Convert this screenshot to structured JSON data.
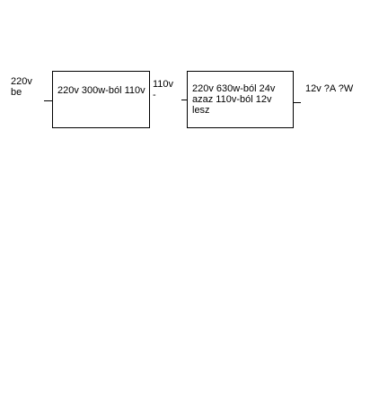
{
  "input_label": {
    "line1": "220v",
    "line2": "be"
  },
  "box1": {
    "text": "220v 300w-ból 110v"
  },
  "mid_label": {
    "line1": "110v",
    "line2": "-"
  },
  "box2": {
    "line1": "220v 630w-ból 24v",
    "line2": "azaz  110v-ból 12v",
    "line3": "lesz"
  },
  "output_label": {
    "text": "12v ?A  ?W"
  }
}
